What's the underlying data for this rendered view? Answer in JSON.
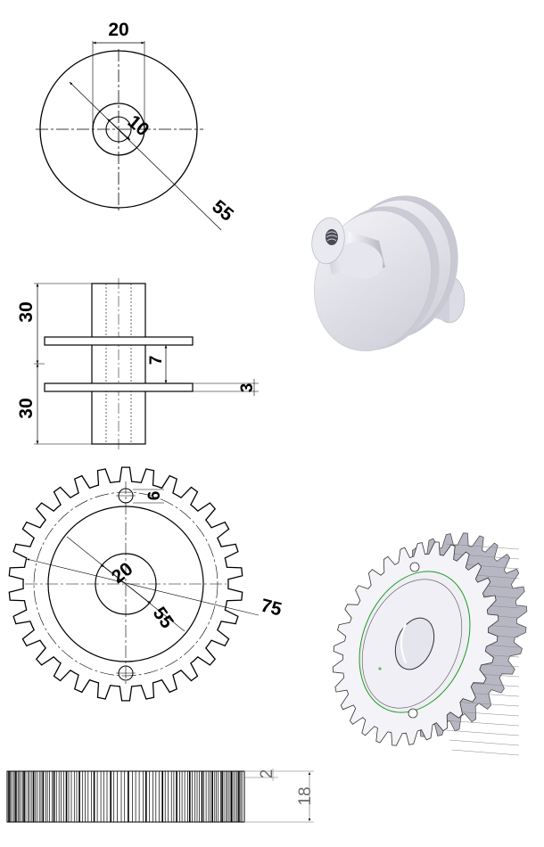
{
  "views": {
    "spool_top": {
      "dim_width": "20",
      "dim_inner": "10",
      "dim_outer": "55"
    },
    "spool_side": {
      "dim_upper_height": "30",
      "dim_lower_height": "30",
      "dim_gap": "7",
      "dim_flange_thickness": "3"
    },
    "gear_face": {
      "dim_hole_small": "6",
      "dim_bore": "20",
      "dim_inner_diameter": "55",
      "dim_outer_diameter": "75"
    },
    "gear_side": {
      "dim_upper": "2",
      "dim_height": "18"
    }
  },
  "colors": {
    "line": "#000000",
    "dim_grey": "#6a6a6a",
    "iso_light": "#f2f2f6",
    "iso_mid": "#dcdce6",
    "iso_dark": "#b9b9c6",
    "green_edge": "#22aa22"
  }
}
